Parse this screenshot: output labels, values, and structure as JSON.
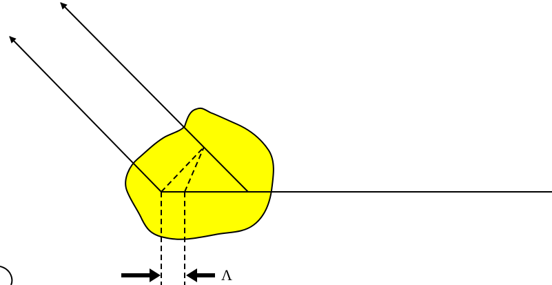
{
  "diagram": {
    "spacing_label": "Λ",
    "colors": {
      "blob_fill": "#ffff00",
      "stroke": "#000000",
      "background": "#ffffff"
    },
    "elements": [
      "irregular-blob-shape",
      "horizontal-line",
      "two-outgoing-arrows",
      "dashed-internal-lines",
      "spacing-indicator-arrows"
    ]
  }
}
